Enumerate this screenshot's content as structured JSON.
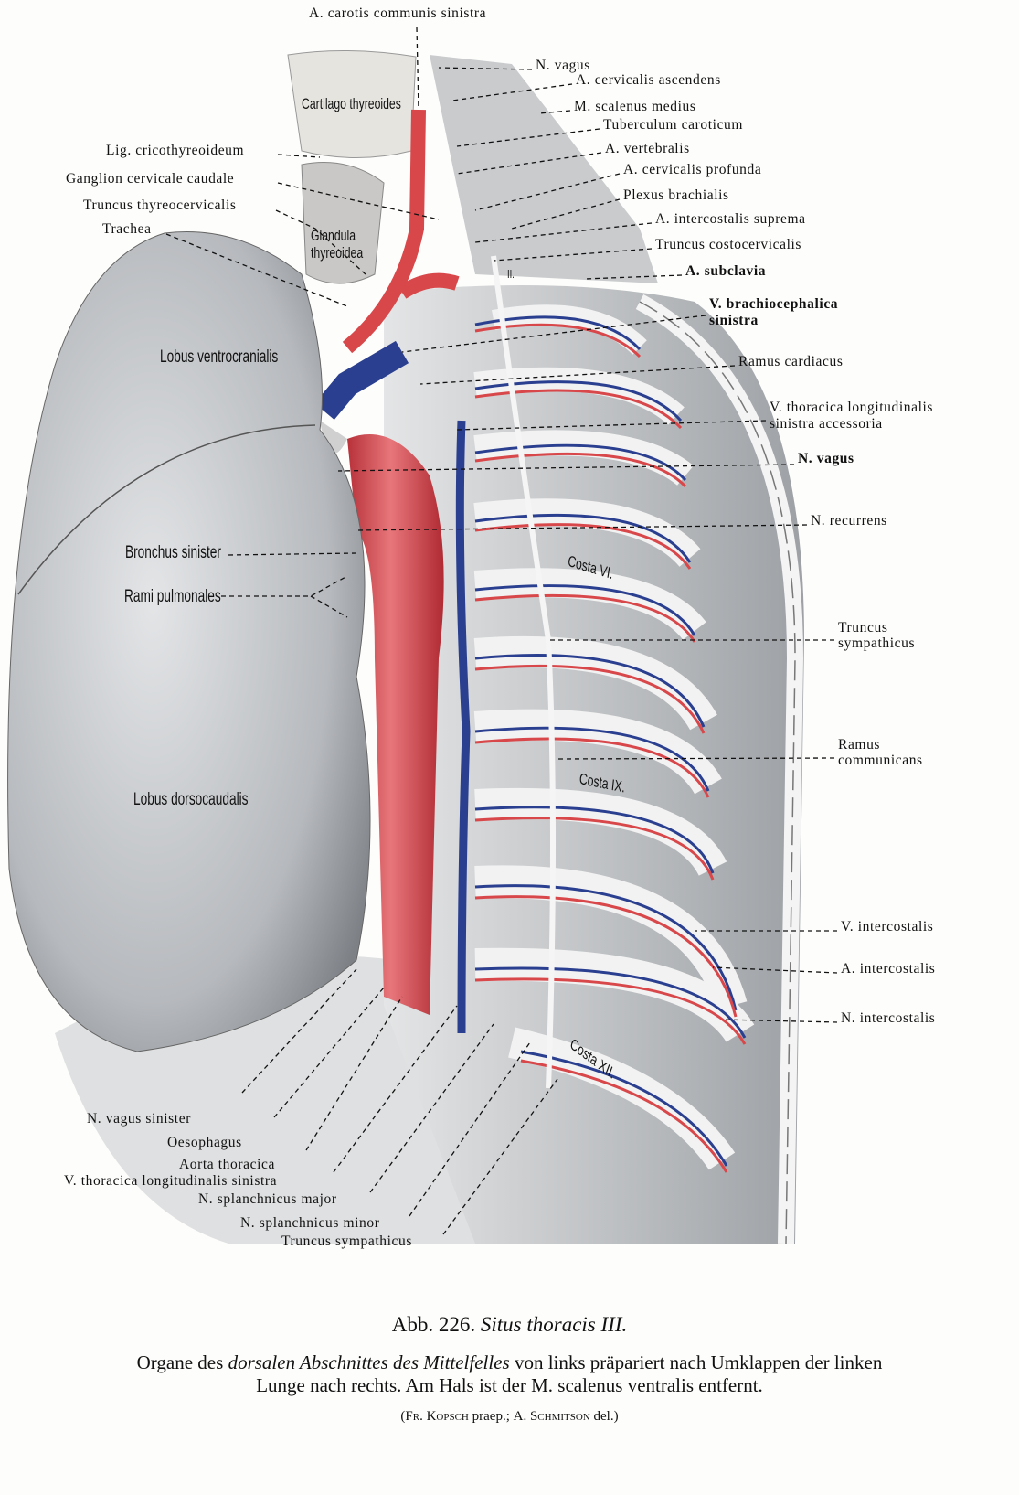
{
  "labels_top": {
    "carotis": "A. carotis communis sinistra"
  },
  "labels_right": {
    "n_vagus_top": "N. vagus",
    "a_cervicalis_ascendens": "A. cervicalis ascendens",
    "m_scalenus_medius": "M. scalenus medius",
    "tuberculum_caroticum": "Tuberculum caroticum",
    "a_vertebralis": "A. vertebralis",
    "a_cervicalis_profunda": "A. cervicalis profunda",
    "plexus_brachialis": "Plexus brachialis",
    "a_intercostalis_suprema": "A. intercostalis suprema",
    "truncus_costocervicalis": "Truncus costocervicalis",
    "a_subclavia": "A. subclavia",
    "v_brachiocephalica_1": "V. brachiocephalica",
    "v_brachiocephalica_2": "sinistra",
    "ramus_cardiacus": "Ramus cardiacus",
    "v_thoracica_acc_1": "V. thoracica longitudinalis",
    "v_thoracica_acc_2": "sinistra accessoria",
    "n_vagus": "N. vagus",
    "n_recurrens": "N. recurrens",
    "truncus_sympathicus_1": "Truncus",
    "truncus_sympathicus_2": "sympathicus",
    "ramus_communicans_1": "Ramus",
    "ramus_communicans_2": "communicans",
    "v_intercostalis": "V. intercostalis",
    "a_intercostalis": "A. intercostalis",
    "n_intercostalis": "N. intercostalis"
  },
  "labels_left": {
    "lig_cricothyreoideum": "Lig. cricothyreoideum",
    "ganglion_cervicale_caudale": "Ganglion cervicale caudale",
    "truncus_thyreocervicalis": "Truncus thyreocervicalis",
    "trachea": "Trachea"
  },
  "labels_bottom": {
    "n_vagus_sinister": "N. vagus sinister",
    "oesophagus": "Oesophagus",
    "aorta_thoracica": "Aorta thoracica",
    "v_thoracica_sinistra": "V. thoracica longitudinalis sinistra",
    "n_splanchnicus_major": "N. splanchnicus major",
    "n_splanchnicus_minor": "N. splanchnicus minor",
    "truncus_sympathicus": "Truncus sympathicus"
  },
  "labels_inside": {
    "cartilago": "Cartilago thyreoides",
    "glandula_1": "Glandula",
    "glandula_2": "thyreoidea",
    "lobus_ventrocranialis": "Lobus ventrocranialis",
    "bronchus_sinister": "Bronchus sinister",
    "rami_pulmonales": "Rami pulmonales",
    "lobus_dorsocaudalis": "Lobus dorsocaudalis",
    "costa_vi": "Costa VI.",
    "costa_ix": "Costa IX.",
    "costa_xii": "Costa XII.",
    "costa_ii": "II."
  },
  "caption": {
    "fig_no": "Abb. 226.",
    "fig_title": "Situs thoracis III.",
    "line1_a": "Organe des",
    "line1_italic": "dorsalen Abschnittes des Mittelfelles",
    "line1_b": "von links präpariert nach Umklappen der linken",
    "line2": "Lunge nach rechts. Am Hals ist der M. scalenus ventralis entfernt.",
    "credit_open": "(",
    "preparator": "Fr. Kopsch",
    "praep": " praep.; ",
    "artist": "A. Schmitson",
    "del": " del.)"
  },
  "colors": {
    "artery": "#d8474a",
    "vein": "#2a3f8f",
    "lung": "#b9bcc0",
    "tissue": "#d9dadc"
  }
}
